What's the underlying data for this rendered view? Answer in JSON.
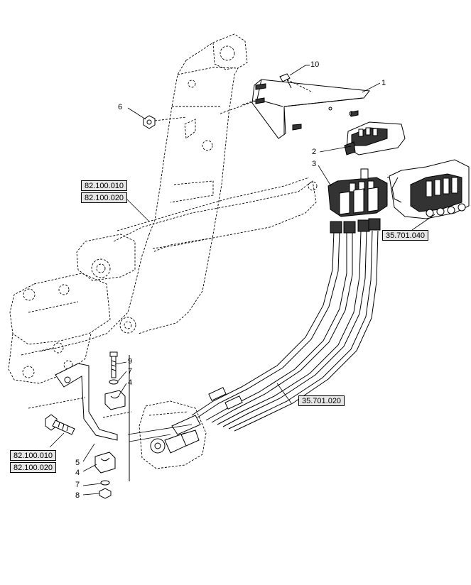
{
  "callouts": [
    "10",
    "1",
    "6",
    "2",
    "3",
    "9",
    "7",
    "4",
    "5",
    "4",
    "7",
    "8"
  ],
  "references": {
    "frame_upper_a": "82.100.010",
    "frame_upper_b": "82.100.020",
    "valve_assembly": "35.701.040",
    "hose_assembly": "35.701.020",
    "frame_lower_a": "82.100.010",
    "frame_lower_b": "82.100.020"
  }
}
